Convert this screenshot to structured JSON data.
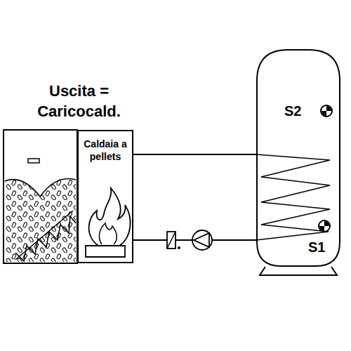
{
  "diagram": {
    "title": "Uscita = Caricocald.",
    "nodes": [
      {
        "text": [
          "Caldaia a pellets"
        ]
      },
      {
        "text": [
          "S2",
          "S1"
        ]
      }
    ],
    "edges": [
      {
        "from": 0,
        "to": 1,
        "arrow": "none"
      },
      {
        "from": 1,
        "to": 0,
        "arrow": "none"
      }
    ]
  }
}
